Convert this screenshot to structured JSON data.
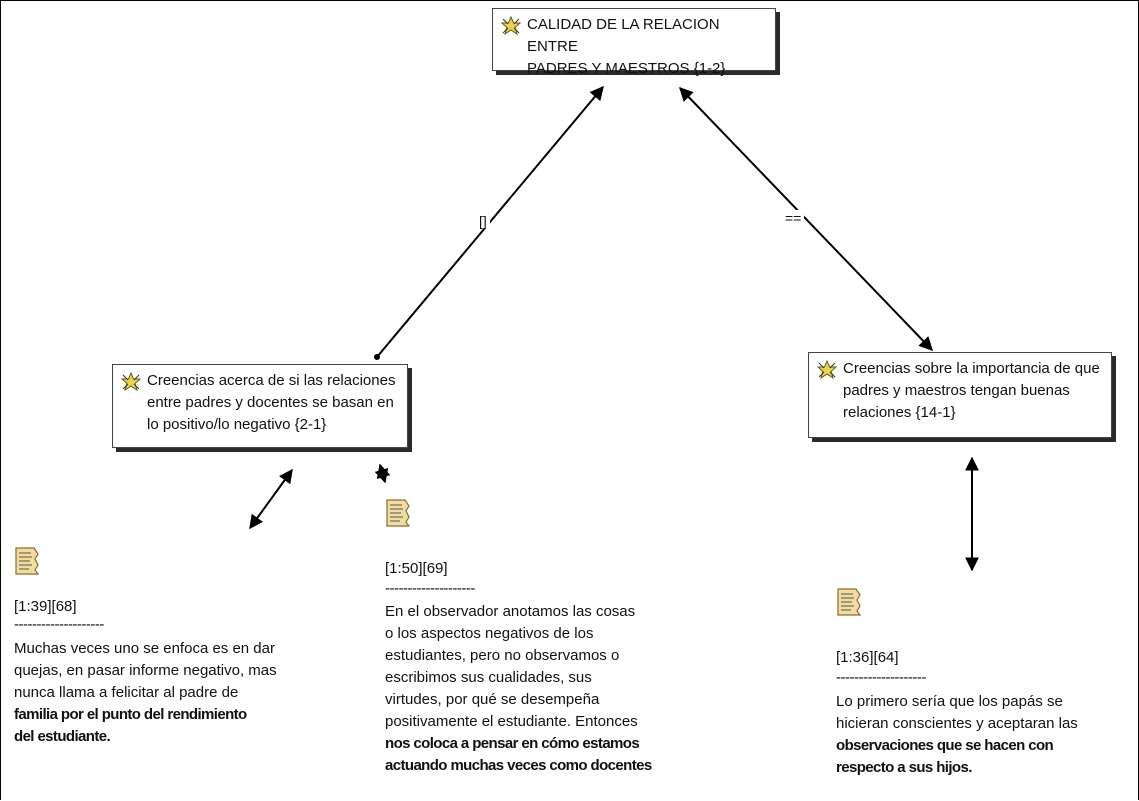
{
  "codes": {
    "main": {
      "label_lines": [
        "CALIDAD DE LA RELACION ENTRE",
        "PADRES Y MAESTROS {1-2}"
      ]
    },
    "left": {
      "label_lines": [
        "Creencias acerca de si las relaciones",
        "entre padres y docentes se basan en",
        "lo positivo/lo negativo {2-1}"
      ]
    },
    "right": {
      "label_lines": [
        "Creencias sobre la importancia de que",
        "padres y maestros tengan buenas",
        "relaciones {14-1}"
      ]
    }
  },
  "quotes": {
    "q1": {
      "ref": "[1:39][68]",
      "rule": "--------------------",
      "lines": [
        "Muchas veces uno se enfoca es en dar",
        "quejas, en pasar informe negativo, mas",
        "nunca llama a felicitar al padre de"
      ],
      "bold_lines": [
        "familia por el punto del rendimiento",
        "del estudiante."
      ]
    },
    "q2": {
      "ref": "[1:50][69]",
      "rule": "--------------------",
      "lines": [
        "En el observador anotamos las cosas",
        "o los aspectos negativos de los",
        "estudiantes, pero no observamos o",
        "escribimos sus cualidades, sus",
        "virtudes, por qué se desempeña",
        "positivamente el estudiante. Entonces"
      ],
      "bold_lines": [
        "nos coloca a pensar en cómo estamos",
        "actuando muchas veces como docentes"
      ]
    },
    "q3": {
      "ref": "[1:36][64]",
      "rule": "--------------------",
      "lines": [
        "Lo primero sería que los papás se",
        "hicieran conscientes y aceptaran las"
      ],
      "bold_lines": [
        "observaciones que se hacen con",
        "respecto a sus hijos."
      ]
    }
  },
  "edge_labels": {
    "left_link": "[]",
    "right_link": "=="
  },
  "colors": {
    "code_icon": "#e8d44a",
    "doc_icon": "#f3dca0"
  }
}
